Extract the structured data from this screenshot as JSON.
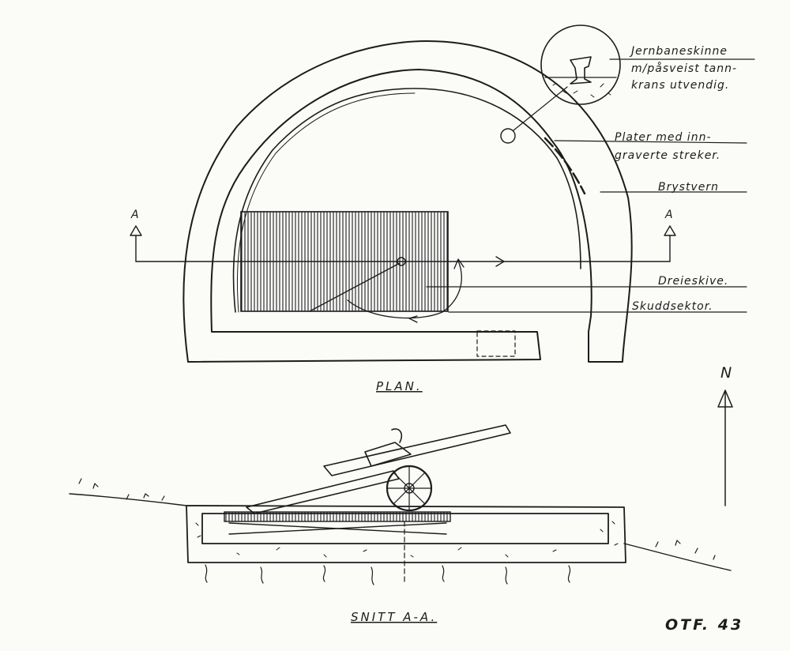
{
  "labels": {
    "rail_line1": "Jernbaneskinne",
    "rail_line2": "m/påsveist tann-",
    "rail_line3": "krans utvendig.",
    "plates_line1": "Plater med inn-",
    "plates_line2": "graverte streker.",
    "parapet": "Brystvern",
    "turntable": "Dreieskive.",
    "firing_sector": "Skuddsektor.",
    "section_marker_left": "A",
    "section_marker_right": "A",
    "north": "N"
  },
  "titles": {
    "plan": "PLAN.",
    "section": "SNITT A-A.",
    "sheet_code": "OTF. 43"
  },
  "colors": {
    "ink": "#1c1c1c",
    "paper": "#fbfbf8"
  }
}
